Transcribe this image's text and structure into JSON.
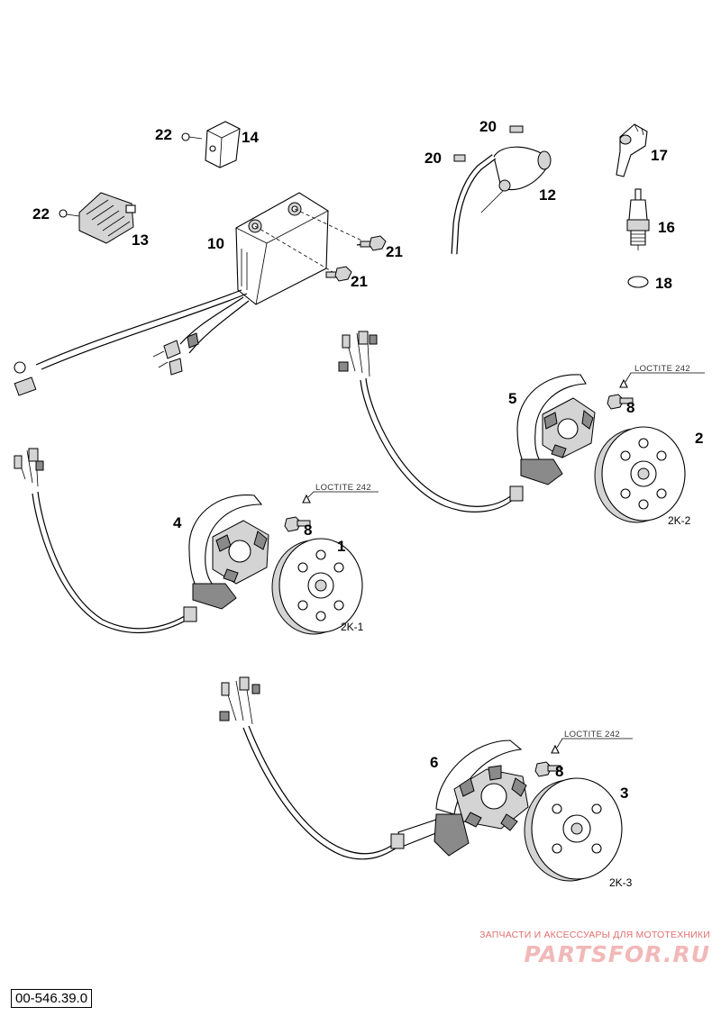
{
  "diagram": {
    "callouts": {
      "p1": "1",
      "p2": "2",
      "p3": "3",
      "p4": "4",
      "p5": "5",
      "p6": "6",
      "p8a": "8",
      "p8b": "8",
      "p8c": "8",
      "p10": "10",
      "p12": "12",
      "p13": "13",
      "p14": "14",
      "p16": "16",
      "p17": "17",
      "p18": "18",
      "p20a": "20",
      "p20b": "20",
      "p21a": "21",
      "p21b": "21",
      "p22a": "22",
      "p22b": "22"
    },
    "kits": {
      "k1": "2K-1",
      "k2": "2K-2",
      "k3": "2K-3"
    },
    "loctite": {
      "l1": "LOCTITE 242",
      "l2": "LOCTITE 242",
      "l3": "LOCTITE 242"
    }
  },
  "watermark": {
    "top": "ЗАПЧАСТИ И АКСЕССУАРЫ ДЛЯ МОТОТЕХНИКИ",
    "logo": "PARTSFOR.RU"
  },
  "drawing_number": "00-546.39.0"
}
